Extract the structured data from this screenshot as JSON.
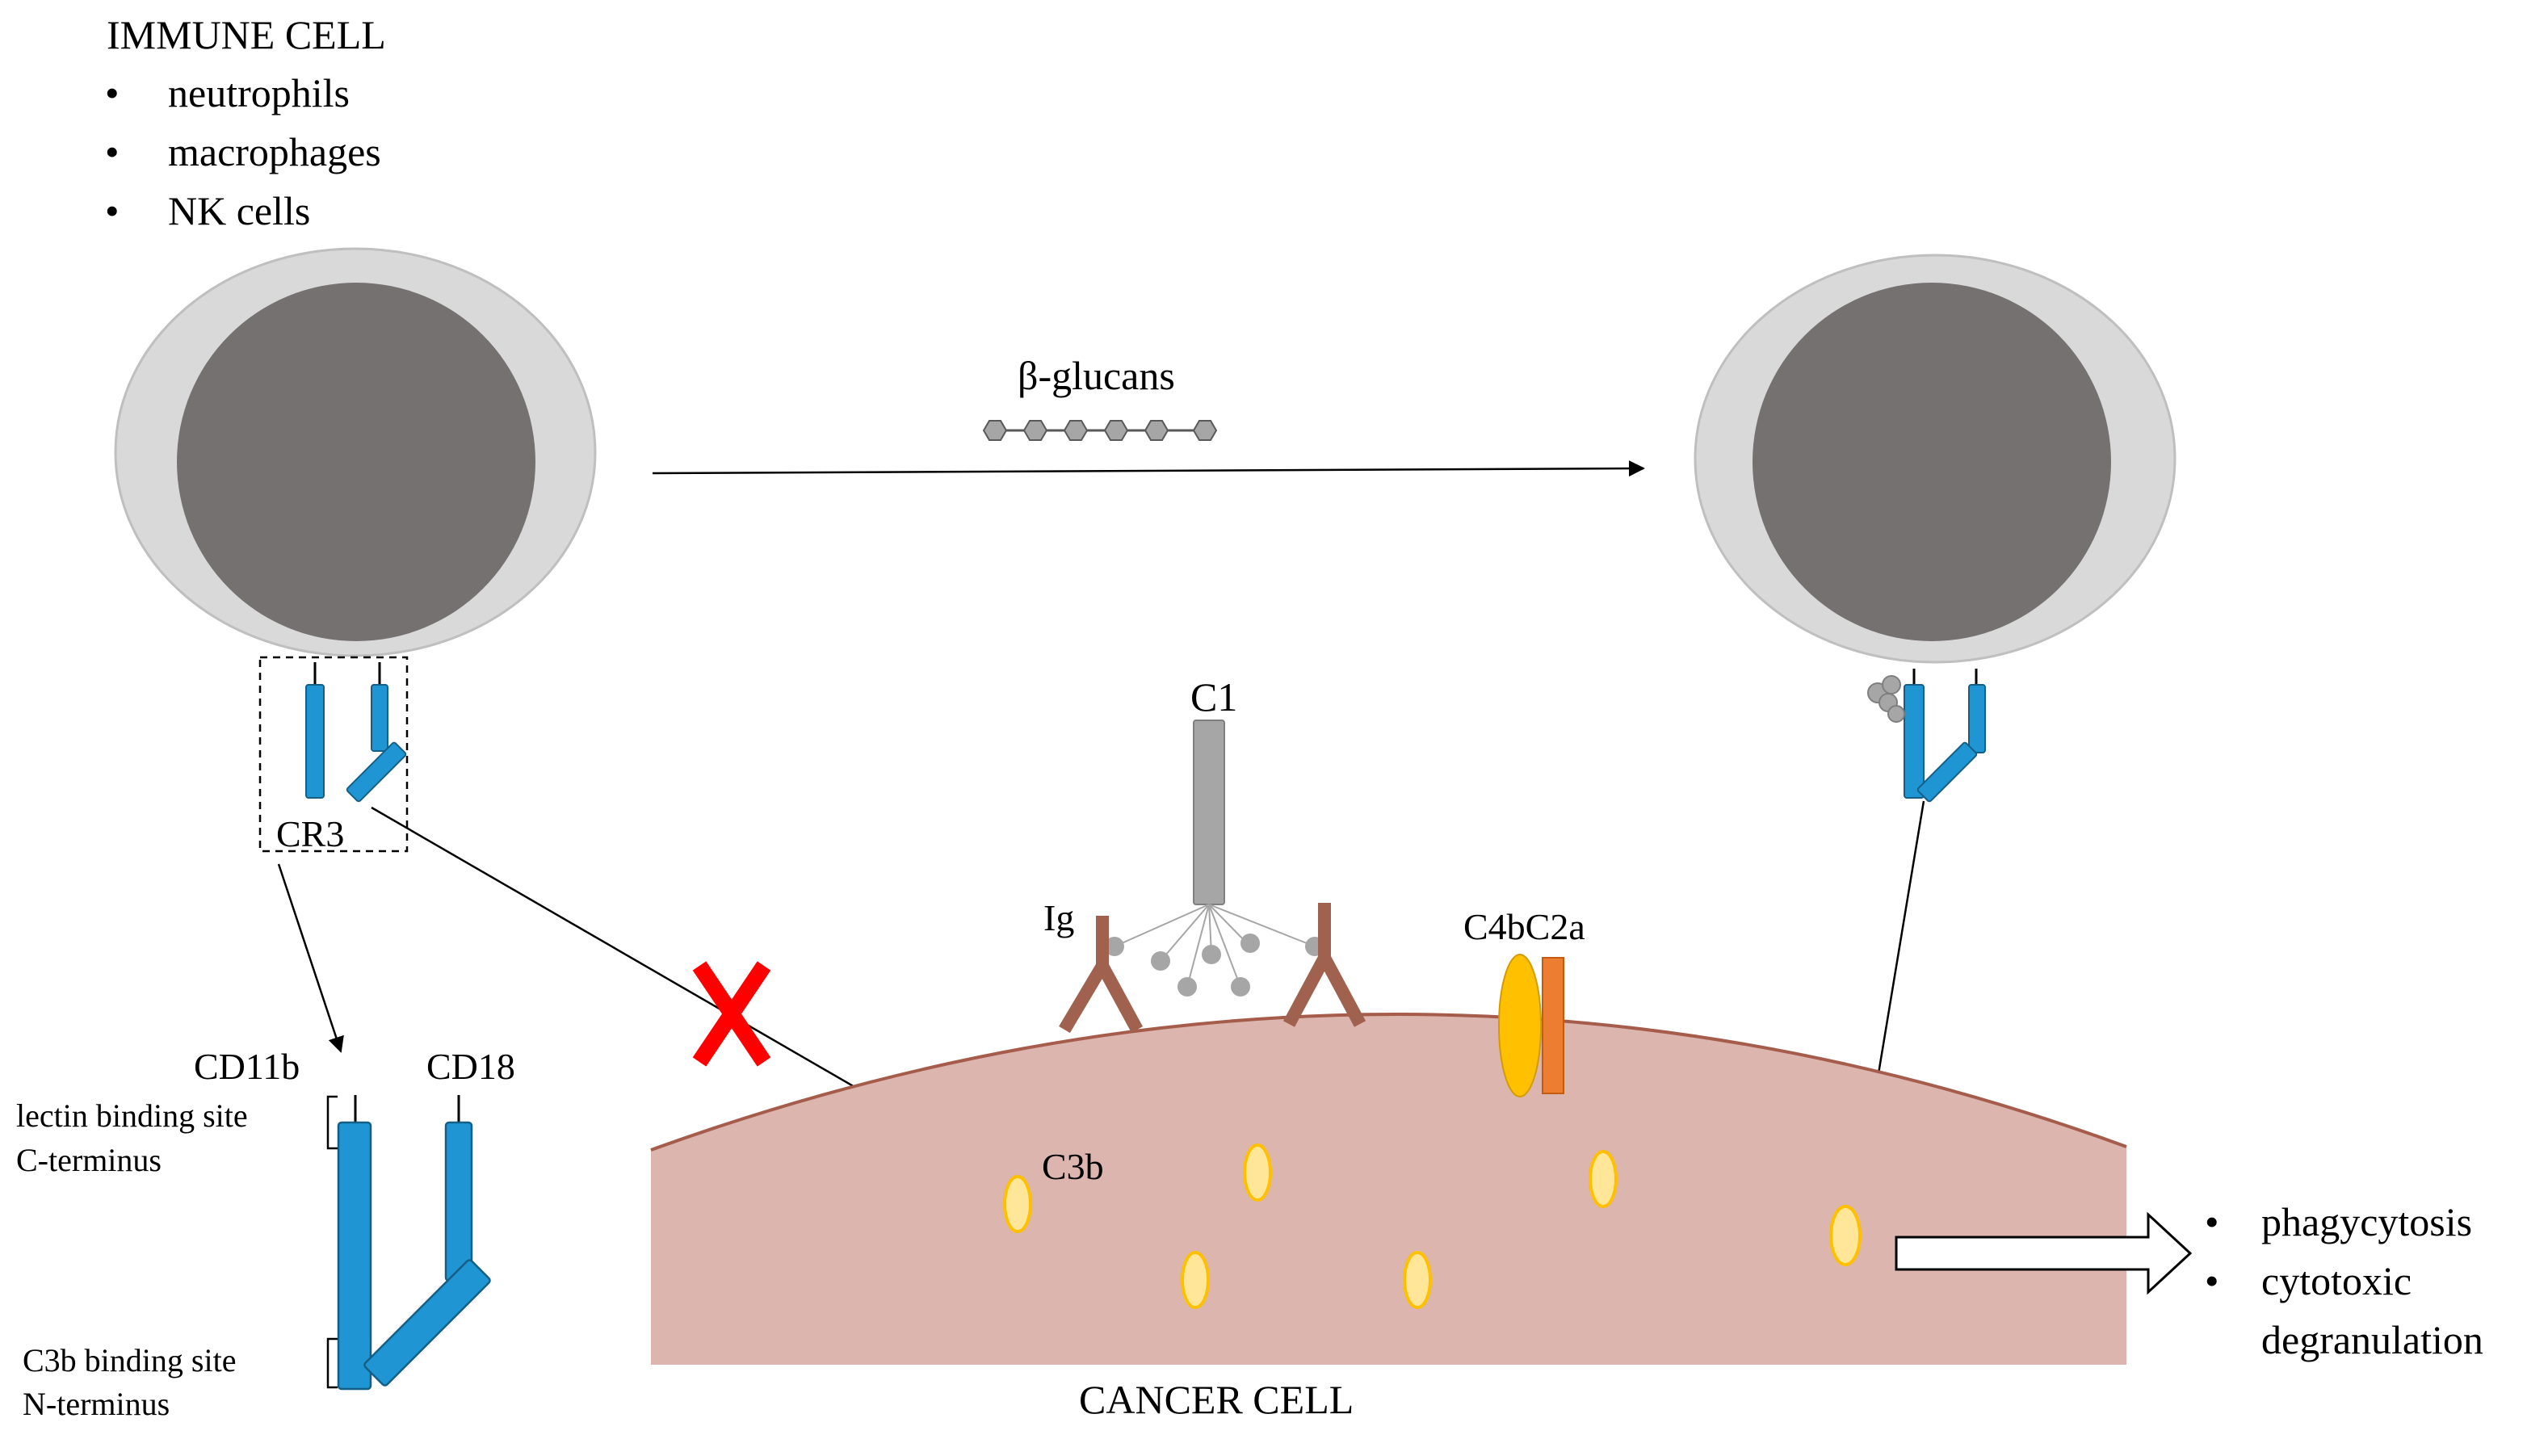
{
  "immune_cell": {
    "title": "IMMUNE CELL",
    "bullets": [
      "neutrophils",
      "macrophages",
      "NK cells"
    ]
  },
  "treatment": {
    "label": "β-glucans"
  },
  "receptor": {
    "name": "CR3",
    "subunits": {
      "left": "CD11b",
      "right": "CD18"
    },
    "sites": {
      "lectin_line1": "lectin binding site",
      "lectin_line2": "C-terminus",
      "c3b_line1": "C3b binding site",
      "c3b_line2": "N-terminus"
    }
  },
  "complement": {
    "c1": "C1",
    "ig": "Ig",
    "c4bc2a": "C4bC2a",
    "c3b": "C3b"
  },
  "cancer_cell": {
    "label": "CANCER CELL"
  },
  "outcomes": {
    "bullets": [
      "phagycytosis",
      "cytotoxic",
      "degranulation"
    ]
  },
  "blocked_mark": "X",
  "bullet_symbol": "•",
  "colors": {
    "cell_outer": "#d9d9d9",
    "cell_nucleus": "#767171",
    "receptor_blue": "#1f96d3",
    "antibody_brown": "#a0624f",
    "c1_gray": "#a6a6a6",
    "cancer_fill": "#dbb5ae",
    "cancer_edge": "#a65c4b",
    "c3b_fill": "#ffe699",
    "c3b_edge": "#ffc000",
    "c4b": "#ffc000",
    "c2a": "#ed7d31",
    "blocked_x": "#ff0000"
  }
}
